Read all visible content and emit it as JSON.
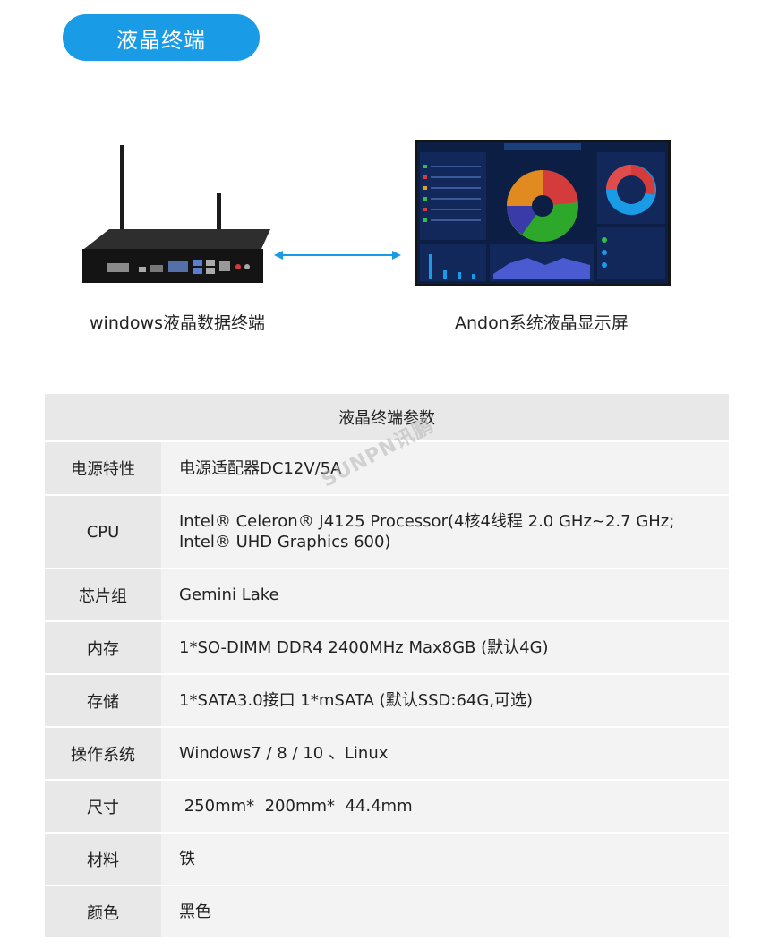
{
  "section_title": "液晶终端",
  "captions": {
    "left": "windows液晶数据终端",
    "right": "Andon系统液晶显示屏"
  },
  "table": {
    "title": "液晶终端参数",
    "rows": [
      {
        "label": "电源特性",
        "value": "电源适配器DC12V/5A"
      },
      {
        "label": "CPU",
        "value": "Intel® Celeron® J4125 Processor(4核4线程 2.0 GHz~2.7 GHz;\nIntel® UHD Graphics 600)"
      },
      {
        "label": "芯片组",
        "value": "Gemini Lake"
      },
      {
        "label": "内存",
        "value": "1*SO-DIMM DDR4 2400MHz Max8GB (默认4G)"
      },
      {
        "label": "存储",
        "value": "1*SATA3.0接口 1*mSATA (默认SSD:64G,可选)"
      },
      {
        "label": "操作系统",
        "value": "Windows7 / 8 / 10 、Linux"
      },
      {
        "label": "尺寸",
        "value": " 250mm*  200mm*  44.4mm"
      },
      {
        "label": "材料",
        "value": "铁"
      },
      {
        "label": "颜色",
        "value": "黑色"
      }
    ]
  },
  "watermark": "SUNPN讯鹏",
  "colors": {
    "accent": "#1a9be6",
    "table_label_bg": "#e8e8e8",
    "table_value_bg": "#f3f3f3"
  },
  "icons": {
    "device": "mini-pc-with-antennas-icon",
    "screen": "andon-display-screen-icon",
    "arrow": "double-arrow-icon"
  }
}
